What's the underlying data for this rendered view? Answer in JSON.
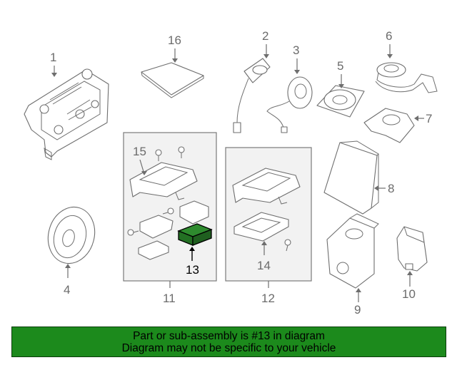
{
  "diagram": {
    "callouts": {
      "c1": "1",
      "c2": "2",
      "c3": "3",
      "c4": "4",
      "c5": "5",
      "c6": "6",
      "c7": "7",
      "c8": "8",
      "c9": "9",
      "c10": "10",
      "c11": "11",
      "c12": "12",
      "c13": "13",
      "c14": "14",
      "c15": "15",
      "c16": "16"
    },
    "highlighted_part": "13",
    "colors": {
      "highlight_fill": "#2e8b2e",
      "banner_background": "#1c8a1c",
      "group_box_fill": "#f2f2f2"
    }
  },
  "banner": {
    "line1": "Part or sub-assembly is #13 in diagram",
    "line2": "Diagram may not be specific to your vehicle"
  }
}
